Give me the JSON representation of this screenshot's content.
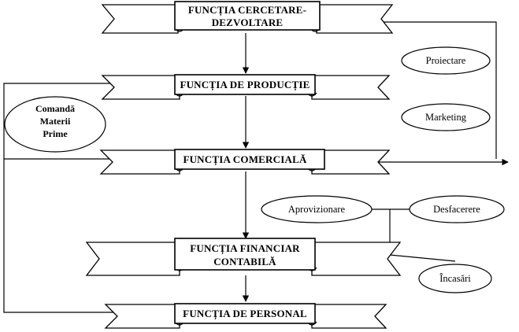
{
  "functions": {
    "cercetare": {
      "line1": "FUNCȚIA CERCETARE-",
      "line2": "DEZVOLTARE"
    },
    "productie": {
      "label": "FUNCȚIA DE PRODUCȚIE"
    },
    "comerciala": {
      "label": "FUNCȚIA COMERCIALĂ"
    },
    "financiar": {
      "line1": "FUNCȚIA FINANCIAR",
      "line2": "CONTABILĂ"
    },
    "personal": {
      "label": "FUNCȚIA DE PERSONAL"
    }
  },
  "ovals": {
    "proiectare": "Proiectare",
    "marketing": "Marketing",
    "comanda": {
      "line1": "Comandă",
      "line2": "Materii",
      "line3": "Prime"
    },
    "aprovizionare": "Aprovizionare",
    "desfacerere": "Desfacerere",
    "incasari": "Încasări"
  }
}
